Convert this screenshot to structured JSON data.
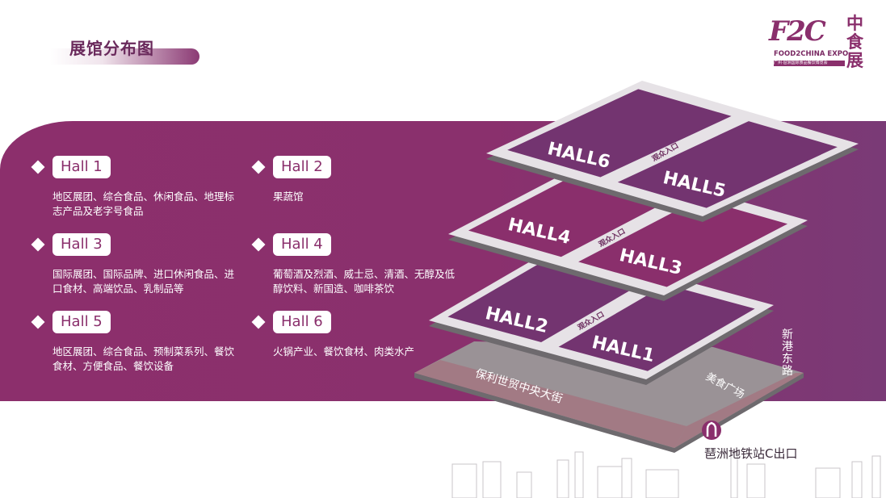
{
  "header": {
    "title": "展馆分布图"
  },
  "logo": {
    "mark": "F2C",
    "english": "FOOD2CHINA EXPO",
    "chinese": "中食展",
    "subtitle": "广州·琶洲国际食品餐饮博览会"
  },
  "halls": [
    {
      "label": "Hall 1",
      "description": "地区展团、综合食品、休闲食品、地理标志产品及老字号食品"
    },
    {
      "label": "Hall 2",
      "description": "果蔬馆"
    },
    {
      "label": "Hall 3",
      "description": "国际展团、国际品牌、进口休闲食品、进口食材、高端饮品、乳制品等"
    },
    {
      "label": "Hall 4",
      "description": "葡萄酒及烈酒、威士忌、清酒、无醇及低醇饮料、新国造、咖啡茶饮"
    },
    {
      "label": "Hall 5",
      "description": "地区展团、综合食品、预制菜系列、餐饮食材、方便食品、餐饮设备"
    },
    {
      "label": "Hall 6",
      "description": "火锅产业、餐饮食材、肉类水产"
    }
  ],
  "map": {
    "hall_labels": {
      "h1": "HALL1",
      "h2": "HALL2",
      "h3": "HALL3",
      "h4": "HALL4",
      "h5": "HALL5",
      "h6": "HALL6"
    },
    "entrance": "观众入口",
    "street": "保利世贸中央大街",
    "food_court": "美食广场",
    "road": "新港东路",
    "metro_exit": "琶洲地铁站C出口",
    "colors": {
      "floor_dark": "#733470",
      "floor_mid": "#8a2f6c",
      "border": "#e6e2e6",
      "ground": "#a27a84"
    }
  }
}
